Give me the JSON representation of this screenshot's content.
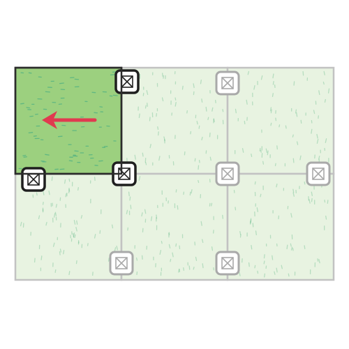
{
  "diagram": {
    "grid": {
      "columns": 3,
      "rows": 2
    },
    "ghost_tiles": [
      {
        "id": "tile-r1-c2",
        "row": 1,
        "col": 2,
        "state": "faded"
      },
      {
        "id": "tile-r1-c3",
        "row": 1,
        "col": 3,
        "state": "faded"
      },
      {
        "id": "tile-r2-c1",
        "row": 2,
        "col": 1,
        "state": "faded"
      },
      {
        "id": "tile-r2-c2",
        "row": 2,
        "col": 2,
        "state": "faded"
      },
      {
        "id": "tile-r2-c3",
        "row": 2,
        "col": 3,
        "state": "faded"
      }
    ],
    "active_tile": {
      "id": "tile-r1-c1",
      "row": 1,
      "col": 1,
      "state": "highlighted"
    },
    "arrow": {
      "direction": "left",
      "color": "#e03a4f"
    },
    "connector_icon": "crossed-box-icon",
    "colors": {
      "ghost_fill": "#e8f3e1",
      "ghost_stroke": "#c2c2c2",
      "active_fill": "#9cd07f",
      "active_stroke": "#2c2c2c",
      "grass_mark": "#5ab582",
      "connector_ghost": "#a9a9a9",
      "connector_active": "#1f1f1f"
    }
  }
}
